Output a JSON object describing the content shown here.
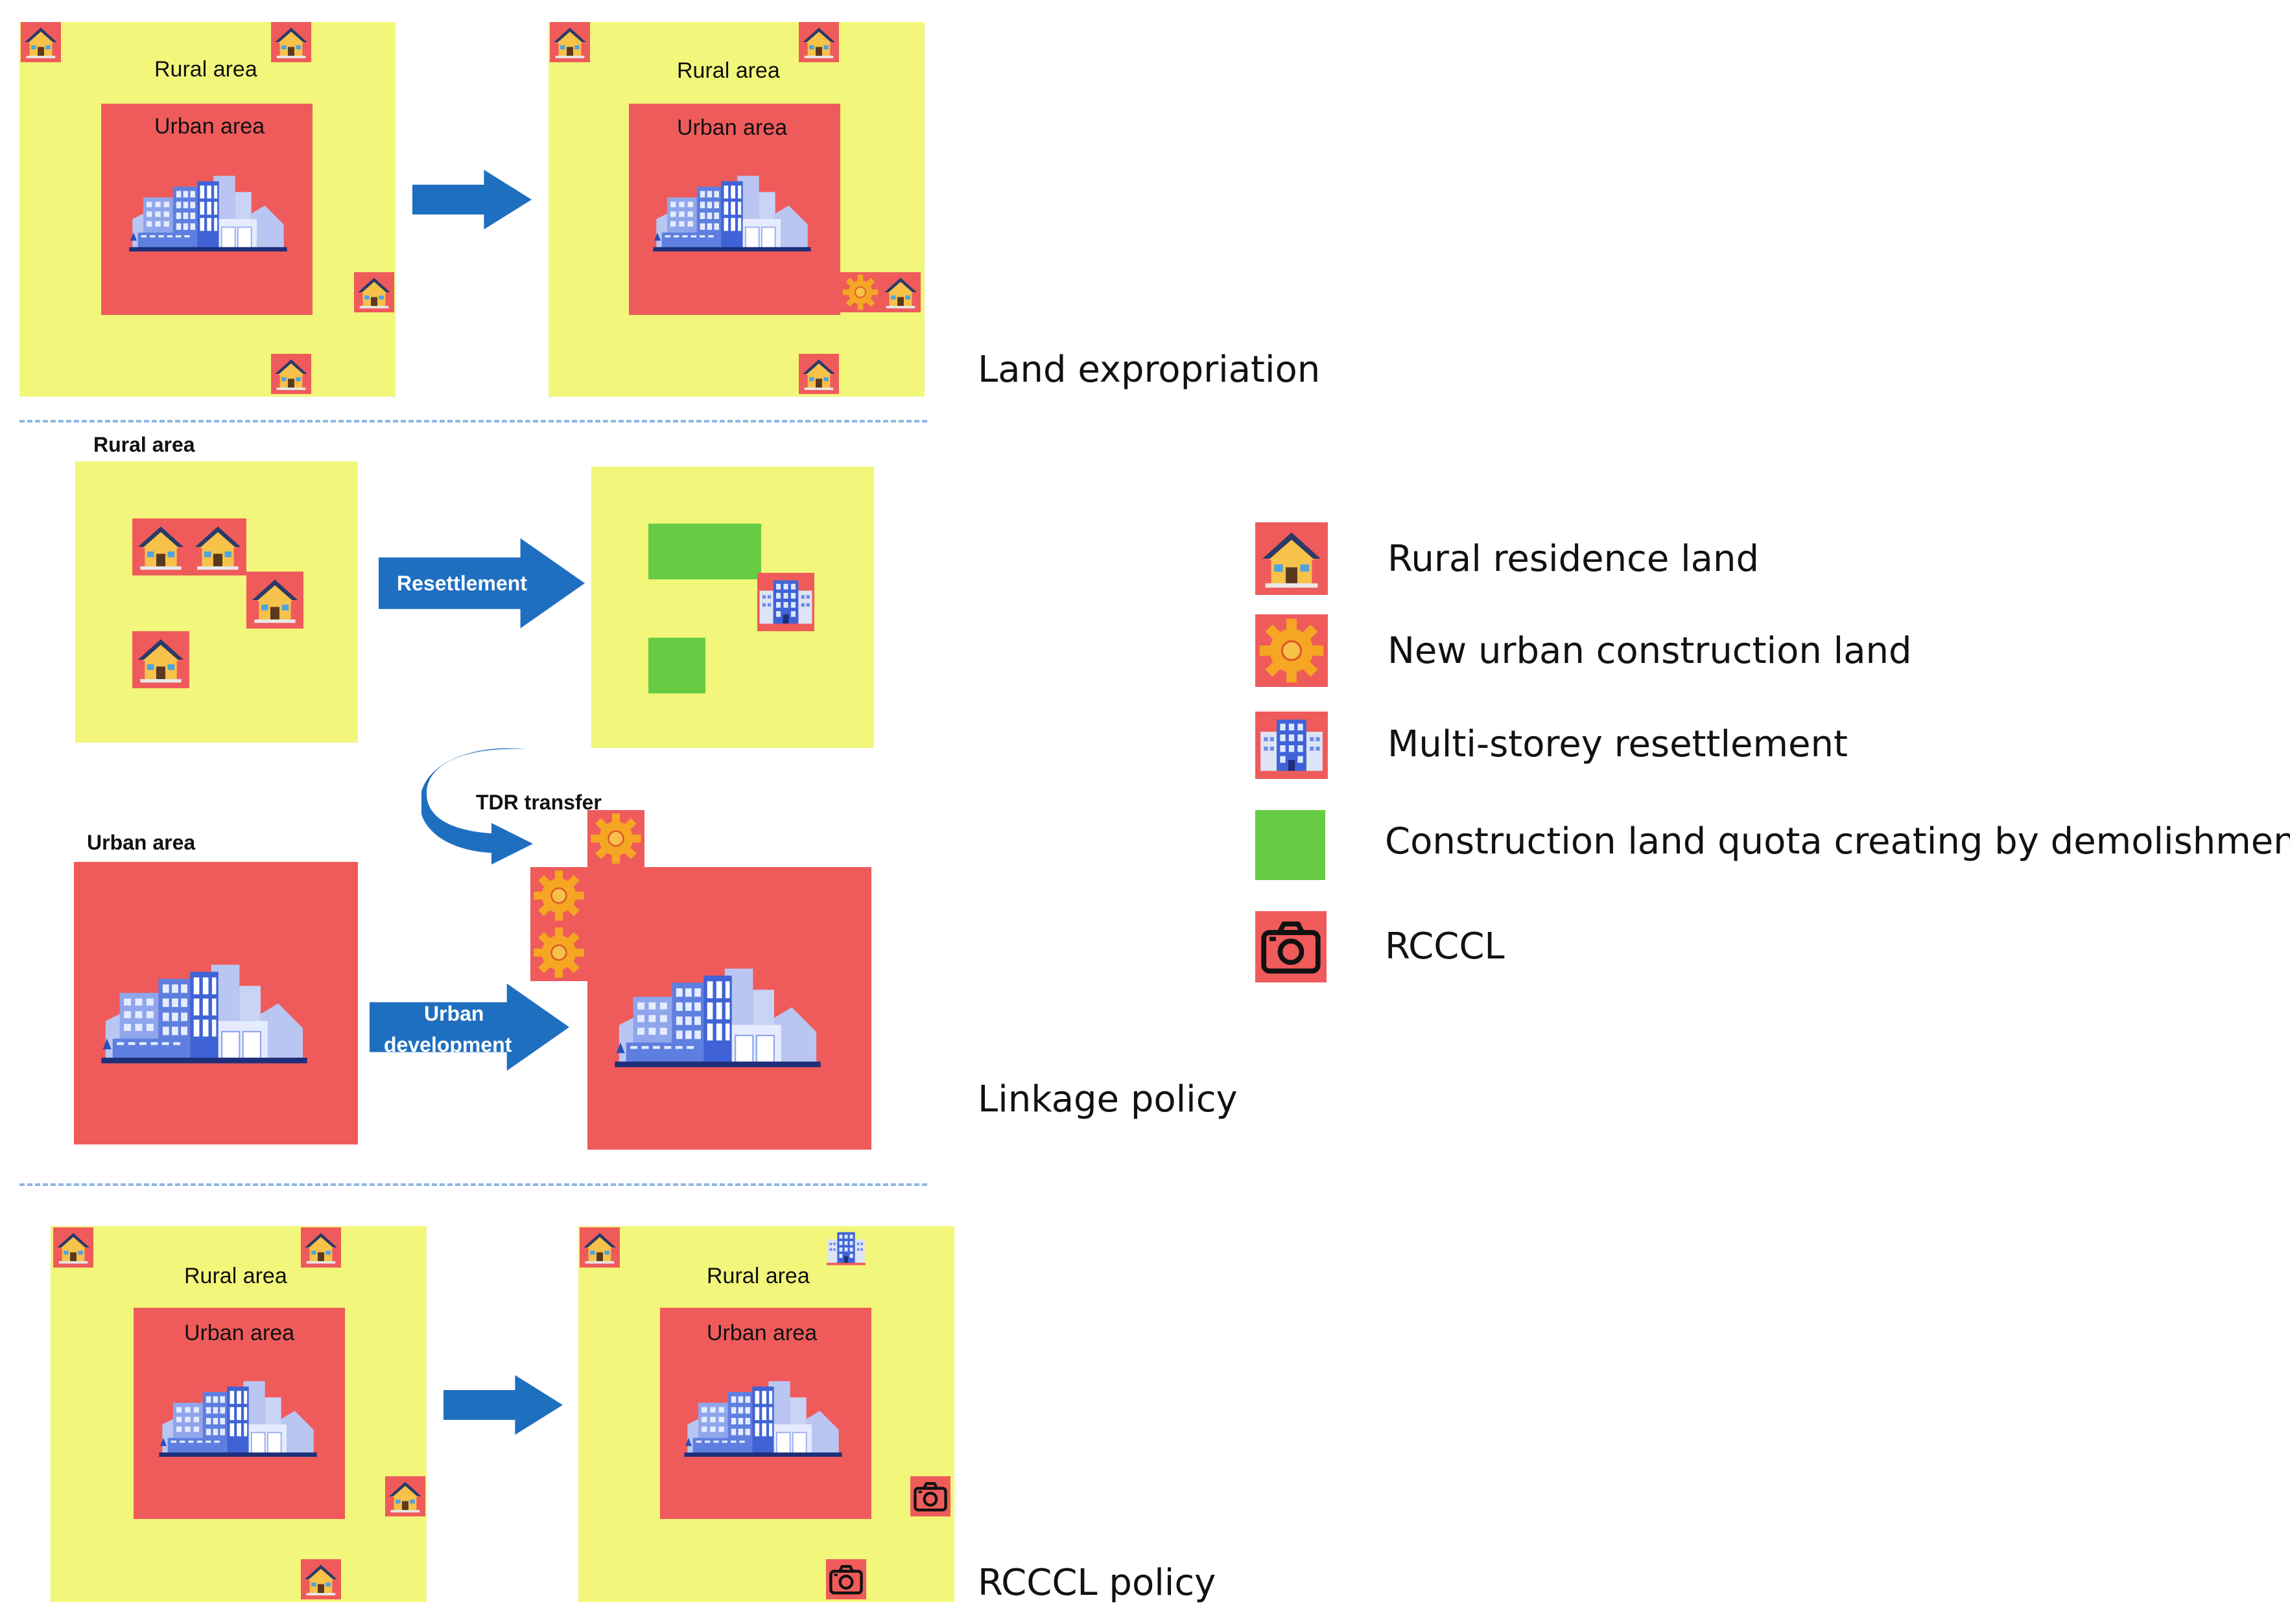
{
  "colors": {
    "rural": "#F2F67A",
    "urban": "#EF5B5B",
    "quota": "#66CC44",
    "arrow": "#1F6FC0",
    "gear": "#F5A623",
    "divider": "#8FB5E0"
  },
  "icons": [
    "house-icon",
    "gear-icon",
    "building-icon",
    "city-icon",
    "camera-icon",
    "arrow-icon",
    "curved-arrow-icon"
  ],
  "expropriation": {
    "before_rural": "Rural area",
    "before_urban": "Urban area",
    "after_rural": "Rural area",
    "after_urban": "Urban area",
    "title": "Land expropriation"
  },
  "linkage": {
    "rural_heading": "Rural area",
    "urban_heading": "Urban area",
    "resettlement": "Resettlement",
    "tdr_transfer": "TDR transfer",
    "urban_development_1": "Urban",
    "urban_development_2": "development",
    "title": "Linkage policy"
  },
  "rcccl": {
    "before_rural": "Rural area",
    "before_urban": "Urban area",
    "after_rural": "Rural area",
    "after_urban": "Urban area",
    "title": "RCCCL policy"
  },
  "legend": [
    {
      "icon": "house-icon",
      "label": "Rural residence land"
    },
    {
      "icon": "gear-icon",
      "label": "New urban construction land"
    },
    {
      "icon": "building-icon",
      "label": "Multi-storey resettlement"
    },
    {
      "icon": "green-square",
      "label": "Construction land quota creating by demolishment"
    },
    {
      "icon": "camera-icon",
      "label": "RCCCL"
    }
  ]
}
